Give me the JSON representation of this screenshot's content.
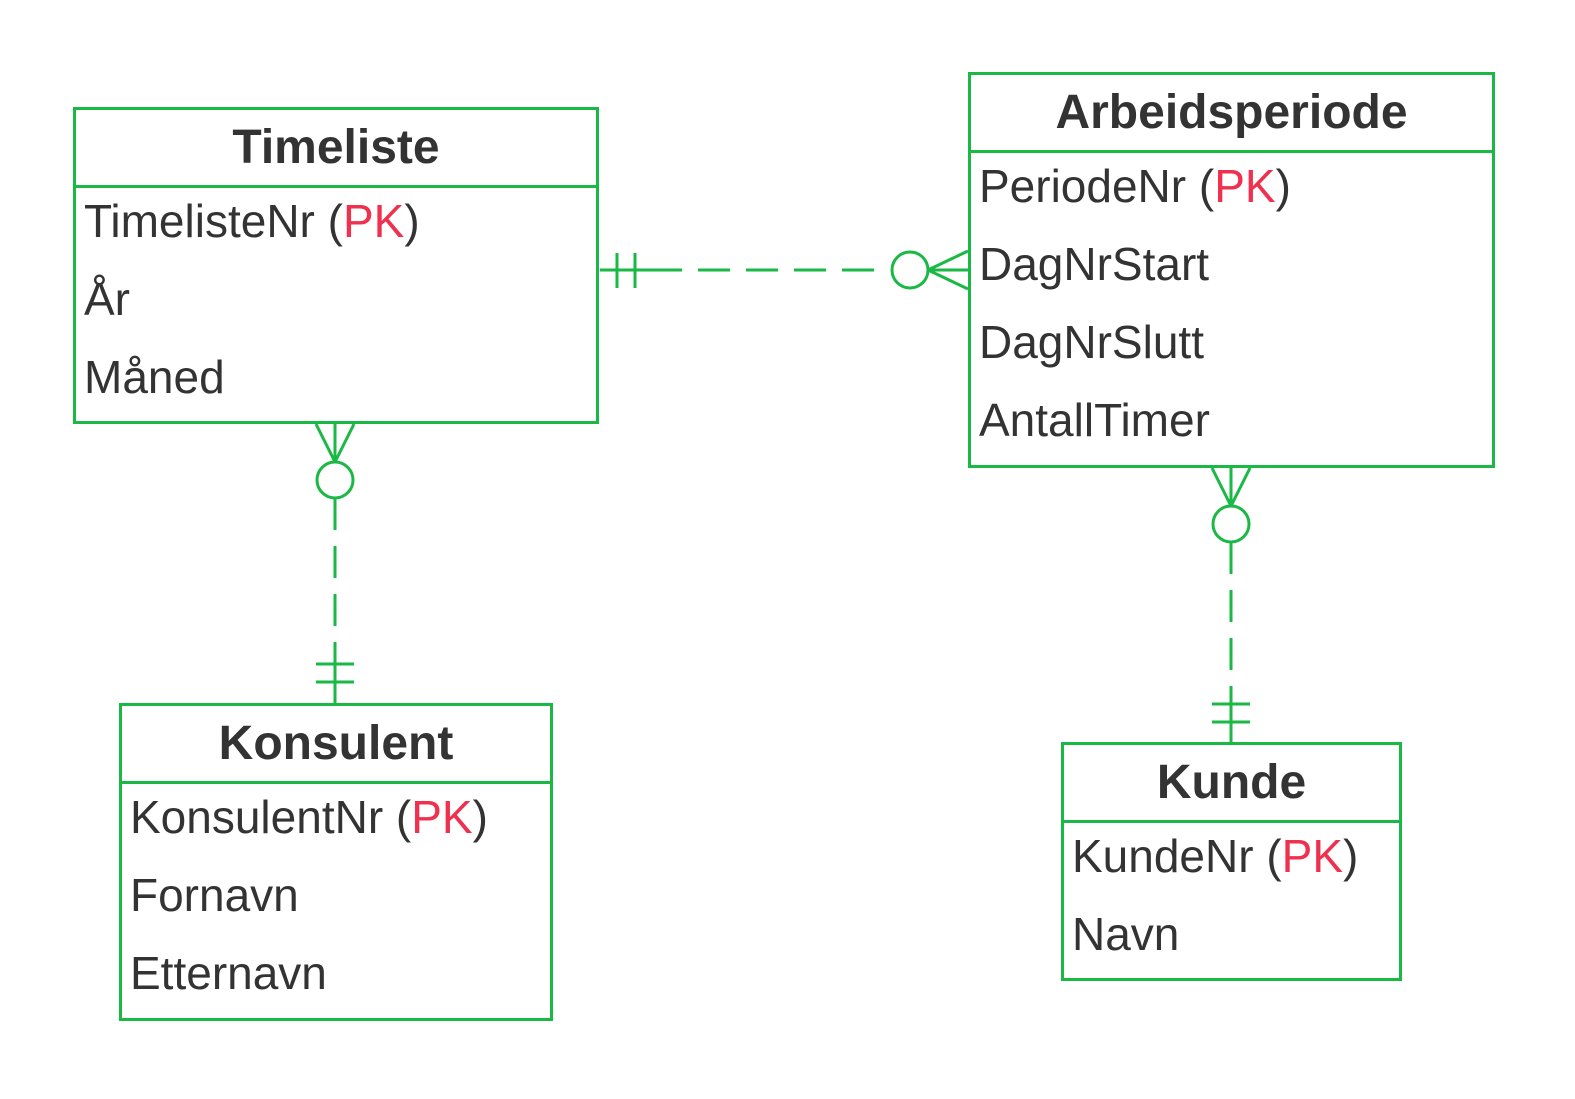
{
  "colors": {
    "line": "#1ab845",
    "text": "#333333",
    "pk": "#f0304f"
  },
  "entities": {
    "timeliste": {
      "name": "Timeliste",
      "attributes": [
        {
          "name": "TimelisteNr",
          "pk": "PK"
        },
        {
          "name": "År"
        },
        {
          "name": "Måned"
        }
      ]
    },
    "arbeidsperiode": {
      "name": "Arbeidsperiode",
      "attributes": [
        {
          "name": "PeriodeNr",
          "pk": "PK"
        },
        {
          "name": "DagNrStart"
        },
        {
          "name": "DagNrSlutt"
        },
        {
          "name": "AntallTimer"
        }
      ]
    },
    "konsulent": {
      "name": "Konsulent",
      "attributes": [
        {
          "name": "KonsulentNr",
          "pk": "PK"
        },
        {
          "name": "Fornavn"
        },
        {
          "name": "Etternavn"
        }
      ]
    },
    "kunde": {
      "name": "Kunde",
      "attributes": [
        {
          "name": "KundeNr",
          "pk": "PK"
        },
        {
          "name": "Navn"
        }
      ]
    }
  },
  "relationships": [
    {
      "from": "timeliste",
      "from_cardinality": "one-and-only-one",
      "to": "arbeidsperiode",
      "to_cardinality": "zero-or-many"
    },
    {
      "from": "konsulent",
      "from_cardinality": "one-and-only-one",
      "to": "timeliste",
      "to_cardinality": "zero-or-many"
    },
    {
      "from": "kunde",
      "from_cardinality": "one-and-only-one",
      "to": "arbeidsperiode",
      "to_cardinality": "zero-or-many"
    }
  ]
}
